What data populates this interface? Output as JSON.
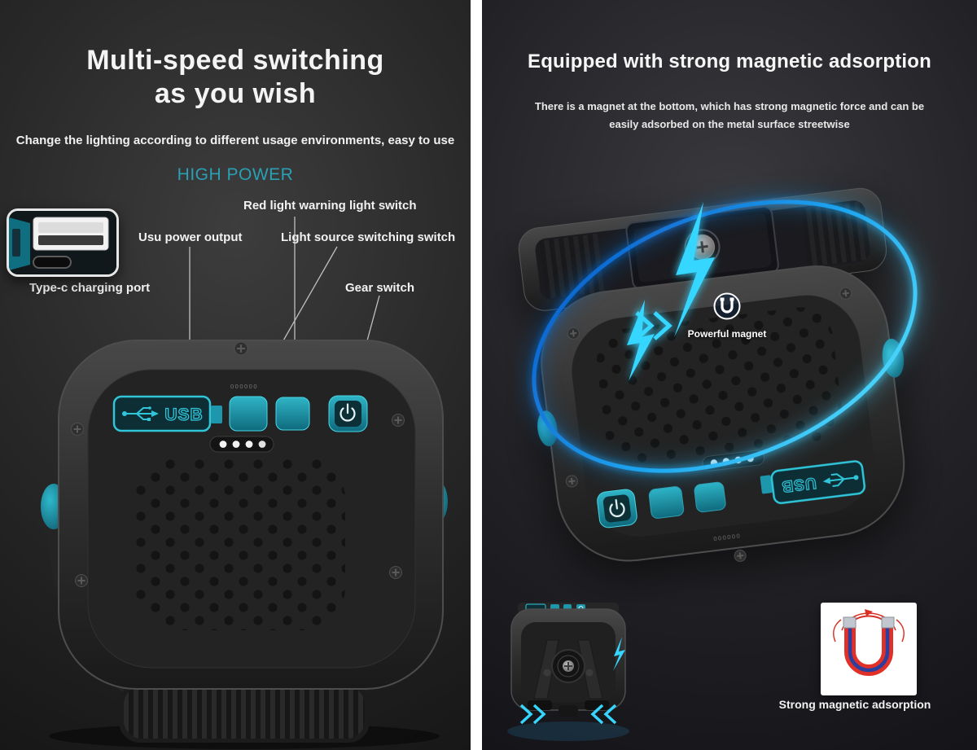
{
  "left": {
    "title_line1": "Multi-speed switching",
    "title_line2": "as you wish",
    "description": "Change the lighting according to different usage environments, easy to use",
    "power_label": "HIGH POWER",
    "callout_red": "Red light warning light switch",
    "callout_usb": "Usu power output",
    "callout_light_source": "Light source switching switch",
    "callout_type_c": "Type-c charging port",
    "callout_gear": "Gear switch",
    "usb_text": "USB",
    "molded_marks": "000000"
  },
  "right": {
    "title": "Equipped with strong magnetic adsorption",
    "desc_line1": "There is a magnet at the bottom, which has strong magnetic force and can be",
    "desc_line2": "easily adsorbed on the metal surface streetwise",
    "magnet_badge": "Powerful magnet",
    "caption": "Strong magnetic adsorption",
    "usb_text": "USB",
    "molded_marks": "000000"
  },
  "colors": {
    "accent_teal": "#1e96ab",
    "accent_teal_bright": "#35cde0",
    "cyan_glow": "#35d6ff",
    "ring_blue": "#1fa6f0",
    "high_power_text": "#2b9fb4",
    "magnet_red": "#d93025",
    "magnet_blue": "#2b3f9e",
    "background_dark": "#1a1a1a",
    "text_white": "#ffffff"
  }
}
